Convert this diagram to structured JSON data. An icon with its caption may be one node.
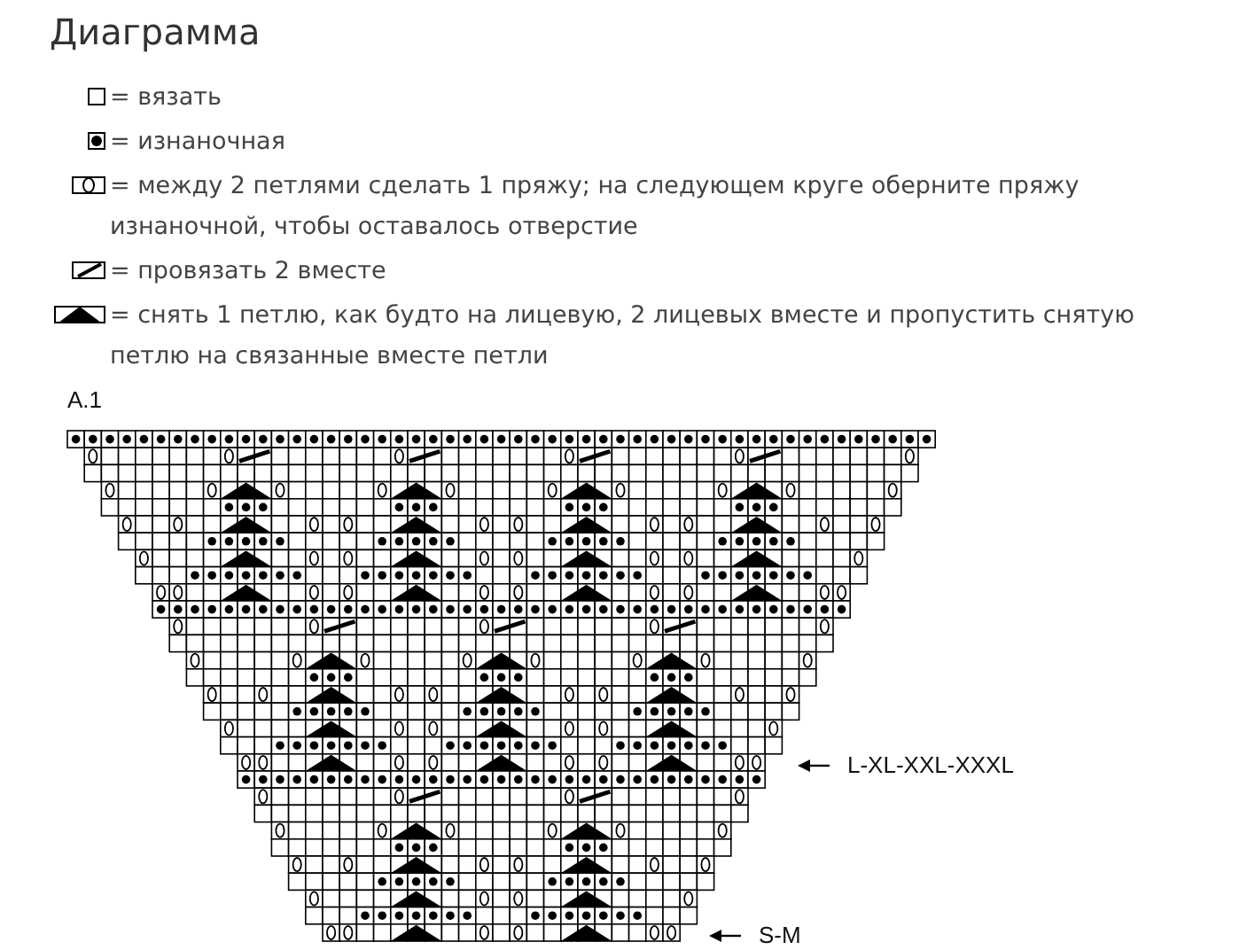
{
  "diagram": {
    "title": "Диаграмма",
    "labels": [
      "A.1",
      "L-XL-XXL-XXXL",
      "S-M"
    ],
    "legend": [
      {
        "text": "= вязать"
      },
      {
        "text": "= изнаночная"
      },
      {
        "text": "= между 2 петлями сделать 1 пряжу; на следующем круге оберните пряжу изнаночной, чтобы оставалось отверстие"
      },
      {
        "text": "= провязать 2 вместе"
      },
      {
        "text": "= снять 1 петлю, как будто на лицевую, 2 лицевых вместе и пропустить снятую петлю на связанные вместе петли"
      }
    ]
  }
}
